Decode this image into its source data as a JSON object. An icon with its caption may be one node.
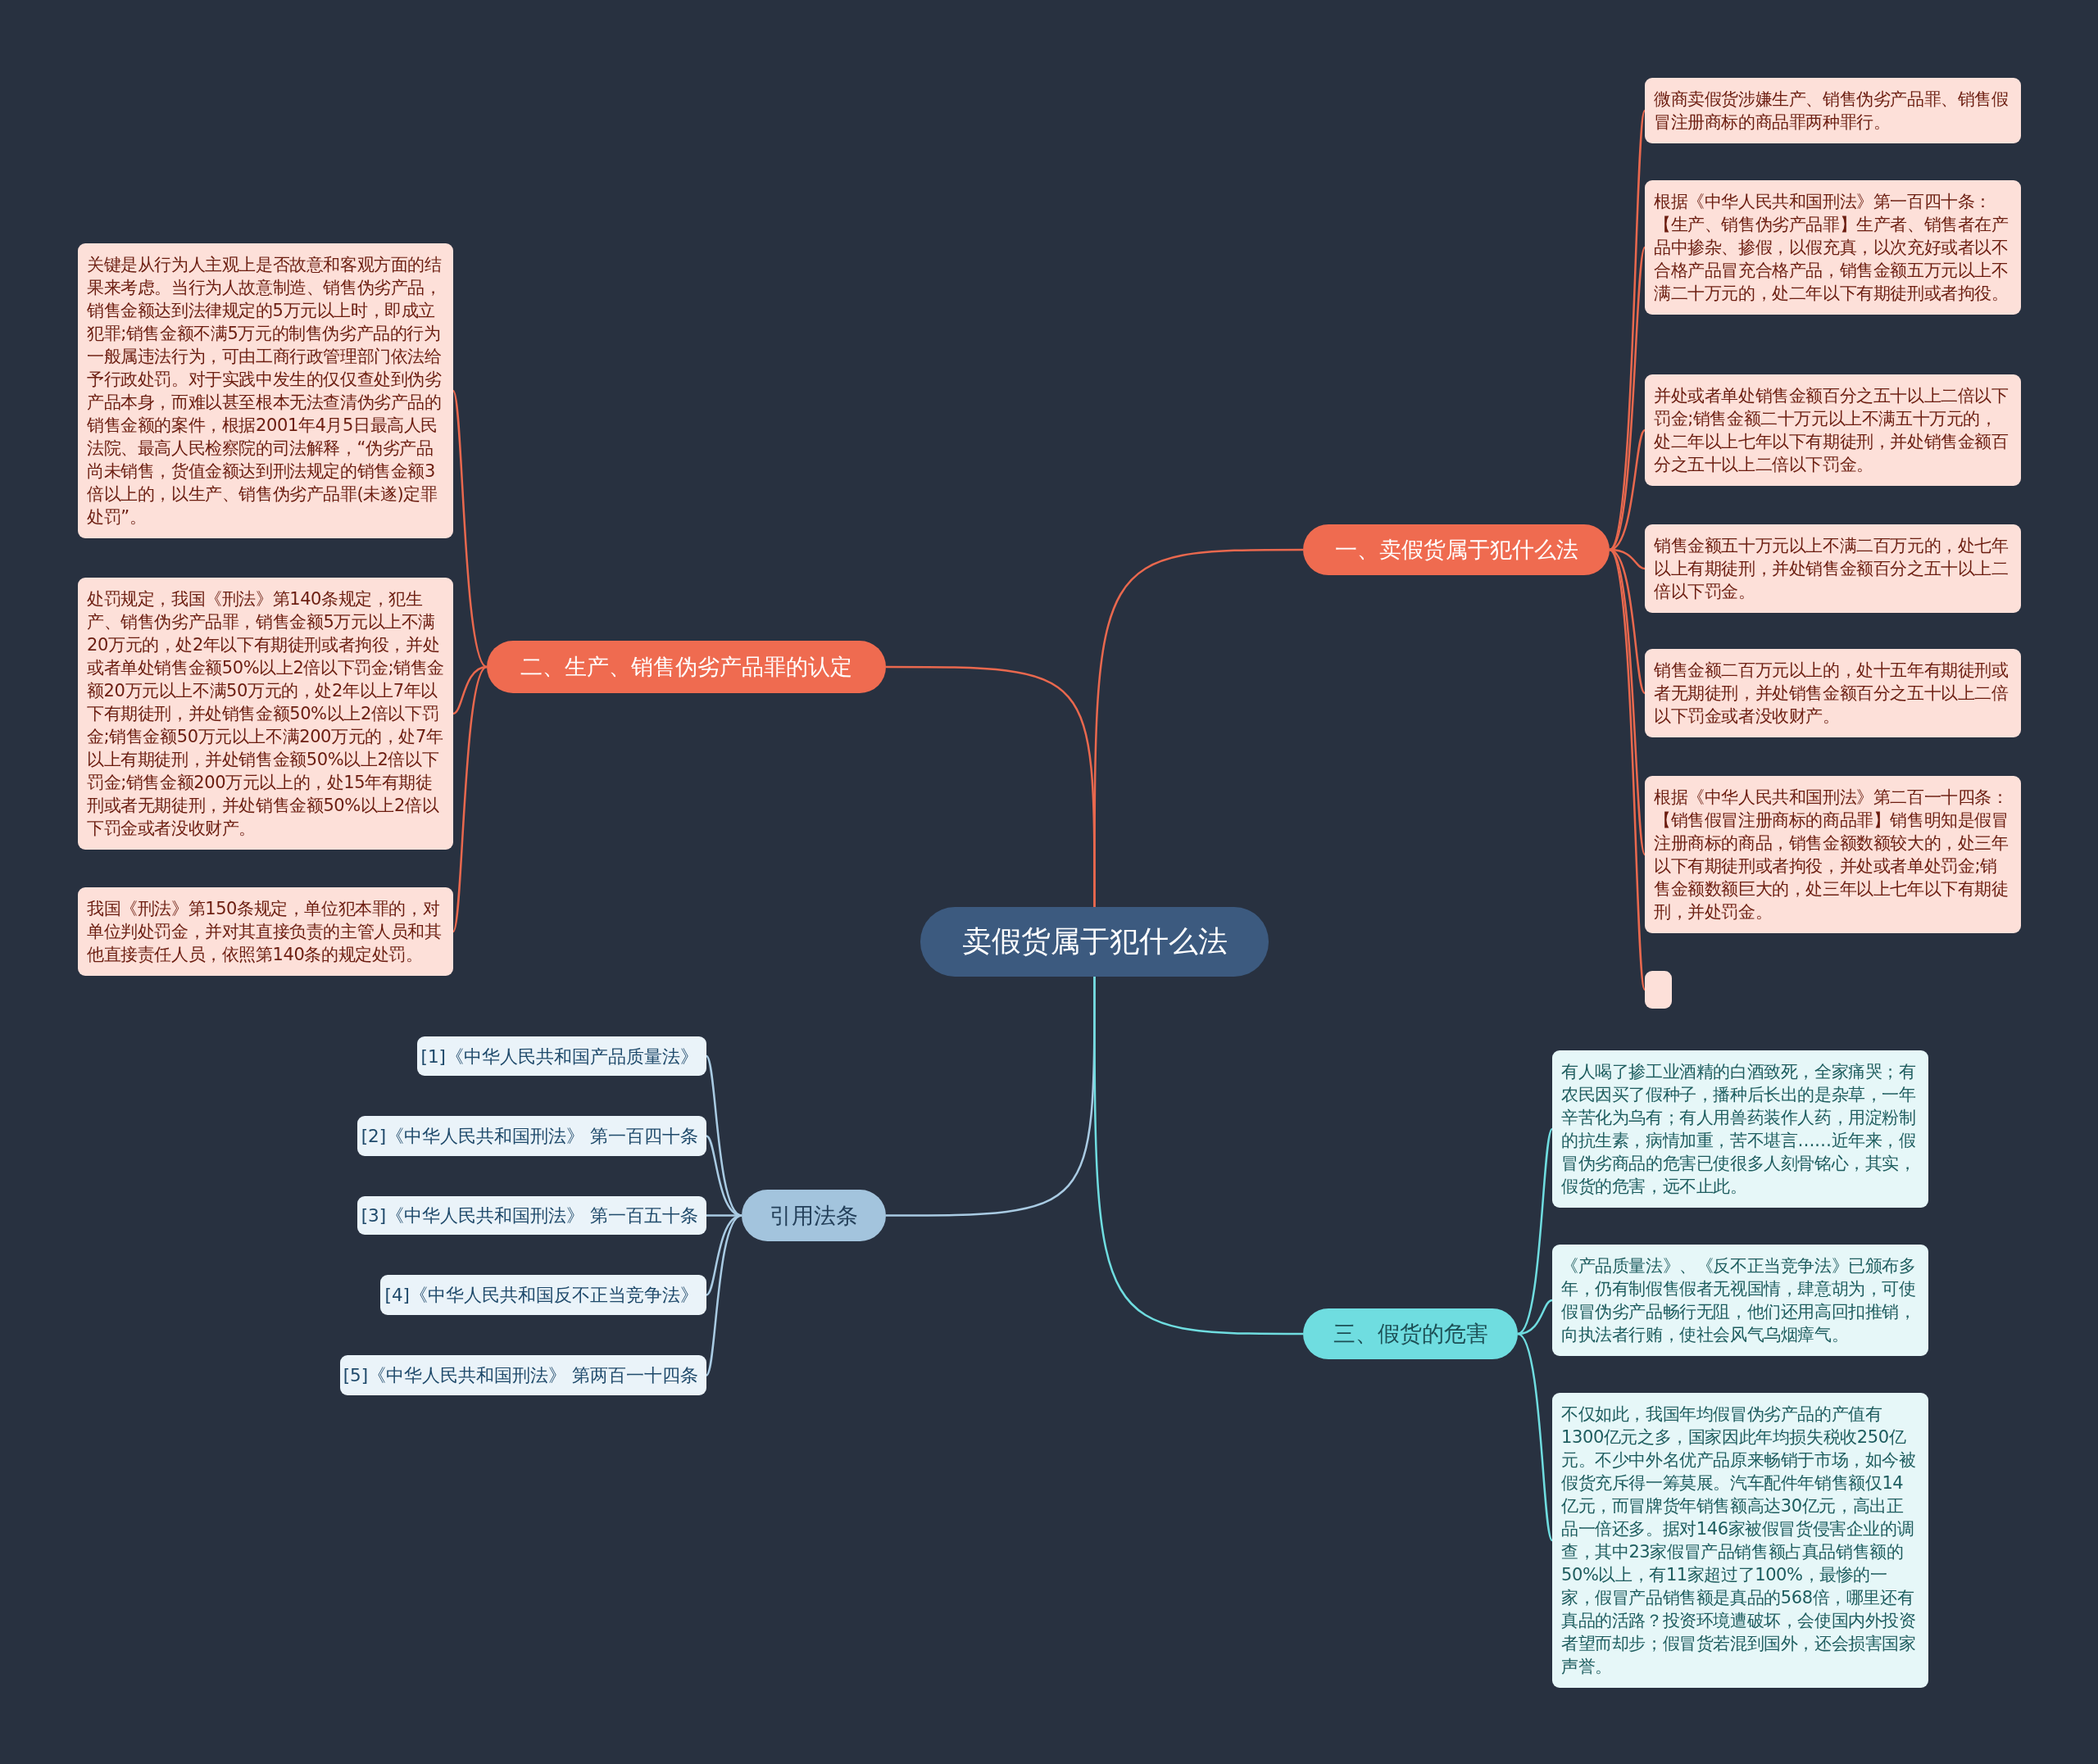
{
  "diagram": {
    "nodes": [
      {
        "text": [
          "卖假货属于犯什么法"
        ]
      },
      {
        "text": [
          "一、卖假货属于犯什么法"
        ]
      },
      {
        "text": [
          "微商卖假货涉嫌生产、销售伪劣产品罪、销售假冒注册商标的商品罪两种罪行。"
        ]
      },
      {
        "text": [
          "根据《中华人民共和国刑法》第一百四十条：【生产、销售伪劣产品罪】生产者、销售者在产品中掺杂、掺假，以假充真，以次充好或者以不合格产品冒充合格产品，销售金额五万元以上不满二十万元的，处二年以下有期徒刑或者拘役。"
        ]
      },
      {
        "text": [
          "并处或者单处销售金额百分之五十以上二倍以下罚金;销售金额二十万元以上不满五十万元的，处二年以上七年以下有期徒刑，并处销售金额百分之五十以上二倍以下罚金。"
        ]
      },
      {
        "text": [
          "销售金额五十万元以上不满二百万元的，处七年以上有期徒刑，并处销售金额百分之五十以上二倍以下罚金。"
        ]
      },
      {
        "text": [
          "销售金额二百万元以上的，处十五年有期徒刑或者无期徒刑，并处销售金额百分之五十以上二倍以下罚金或者没收财产。"
        ]
      },
      {
        "text": [
          "根据《中华人民共和国刑法》第二百一十四条：【销售假冒注册商标的商品罪】销售明知是假冒注册商标的商品，销售金额数额较大的，处三年以下有期徒刑或者拘役，并处或者单处罚金;销售金额数额巨大的，处三年以上七年以下有期徒刑，并处罚金。"
        ]
      },
      {
        "text": [],
        "shape": "box"
      },
      {
        "text": [
          "二、生产、销售伪劣产品罪的认定"
        ]
      },
      {
        "text": [
          "关键是从行为人主观上是否故意和客观方面的结果来考虑。当行为人故意制造、销售伪劣产品，销售金额达到法律规定的5万元以上时，即成立犯罪;销售金额不满5万元的制售伪劣产品的行为一般属违法行为，可由工商行政管理部门依法给予行政处罚。对于实践中发生的仅仅查处到伪劣产品本身，而难以甚至根本无法查清伪劣产品的销售金额的案件，根据2001年4月5日最高人民法院、最高人民检察院的司法解释，“伪劣产品尚未销售，货值金额达到刑法规定的销售金额3倍以上的，以生产、销售伪劣产品罪(未遂)定罪处罚”。"
        ]
      },
      {
        "text": [
          "处罚规定，我国《刑法》第140条规定，犯生产、销售伪劣产品罪，销售金额5万元以上不满20万元的，处2年以下有期徒刑或者拘役，并处或者单处销售金额50%以上2倍以下罚金;销售金额20万元以上不满50万元的，处2年以上7年以下有期徒刑，并处销售金额50%以上2倍以下罚金;销售金额50万元以上不满200万元的，处7年以上有期徒刑，并处销售金额50%以上2倍以下罚金;销售金额200万元以上的，处15年有期徒刑或者无期徒刑，并处销售金额50%以上2倍以下罚金或者没收财产。"
        ]
      },
      {
        "text": [
          "我国《刑法》第150条规定，单位犯本罪的，对单位判处罚金，并对其直接负责的主管人员和其他直接责任人员，依照第140条的规定处罚。"
        ]
      },
      {
        "text": [
          "引用法条"
        ]
      },
      {
        "text": [
          "[1]《中华人民共和国产品质量法》"
        ]
      },
      {
        "text": [
          "[2]《中华人民共和国刑法》 第一百四十条"
        ]
      },
      {
        "text": [
          "[3]《中华人民共和国刑法》 第一百五十条"
        ]
      },
      {
        "text": [
          "[4]《中华人民共和国反不正当竞争法》"
        ]
      },
      {
        "text": [
          "[5]《中华人民共和国刑法》 第两百一十四条"
        ]
      },
      {
        "text": [
          "三、假货的危害"
        ]
      },
      {
        "text": [
          "有人喝了掺工业酒精的白酒致死，全家痛哭；有农民因买了假种子，播种后长出的是杂草，一年辛苦化为乌有；有人用兽药装作人药，用淀粉制的抗生素，病情加重，苦不堪言……近年来，假冒伪劣商品的危害已使很多人刻骨铭心，其实，假货的危害，远不止此。"
        ]
      },
      {
        "text": [
          "《产品质量法》、《反不正当竞争法》已颁布多年，仍有制假售假者无视国情，肆意胡为，可使假冒伪劣产品畅行无阻，他们还用高回扣推销，向执法者行贿，使社会风气乌烟瘴气。"
        ]
      },
      {
        "text": [
          "不仅如此，我国年均假冒伪劣产品的产值有1300亿元之多，国家因此年均损失税收250亿元。不少中外名优产品原来畅销于市场，如今被假货充斥得一筹莫展。汽车配件年销售额仅14亿元，而冒牌货年销售额高达30亿元，高出正品一倍还多。据对146家被假冒货侵害企业的调查，其中23家假冒产品销售额占真品销售额的50%以上，有11家超过了100%，最惨的一家，假冒产品销售额是真品的568倍，哪里还有真品的活路？投资环境遭破坏，会使国内外投资者望而却步；假冒货若混到国外，还会损害国家声誉。"
        ]
      }
    ],
    "edges": [
      {
        "from": 0,
        "to": 1,
        "arrow": "none"
      },
      {
        "from": 1,
        "to": 2,
        "arrow": "none"
      },
      {
        "from": 1,
        "to": 3,
        "arrow": "none"
      },
      {
        "from": 1,
        "to": 4,
        "arrow": "none"
      },
      {
        "from": 1,
        "to": 5,
        "arrow": "none"
      },
      {
        "from": 1,
        "to": 6,
        "arrow": "none"
      },
      {
        "from": 1,
        "to": 7,
        "arrow": "none"
      },
      {
        "from": 1,
        "to": 8,
        "arrow": "none"
      },
      {
        "from": 0,
        "to": 9,
        "arrow": "none"
      },
      {
        "from": 9,
        "to": 10,
        "arrow": "none"
      },
      {
        "from": 9,
        "to": 11,
        "arrow": "none"
      },
      {
        "from": 9,
        "to": 12,
        "arrow": "none"
      },
      {
        "from": 0,
        "to": 13,
        "arrow": "none",
        "color": "#a9cbe3"
      },
      {
        "from": 13,
        "to": 14,
        "arrow": "none",
        "color": "#a9cbe3"
      },
      {
        "from": 13,
        "to": 15,
        "arrow": "none",
        "color": "#a9cbe3"
      },
      {
        "from": 13,
        "to": 16,
        "arrow": "none",
        "color": "#a9cbe3"
      },
      {
        "from": 13,
        "to": 17,
        "arrow": "none",
        "color": "#a9cbe3"
      },
      {
        "from": 13,
        "to": 18,
        "arrow": "none",
        "color": "#a9cbe3"
      },
      {
        "from": 0,
        "to": 19,
        "arrow": "none",
        "color": "#6fdde0"
      },
      {
        "from": 19,
        "to": 20,
        "arrow": "none",
        "color": "#6fdde0"
      },
      {
        "from": 19,
        "to": 21,
        "arrow": "none",
        "color": "#6fdde0"
      },
      {
        "from": 19,
        "to": 22,
        "arrow": "none",
        "color": "#6fdde0"
      }
    ]
  }
}
